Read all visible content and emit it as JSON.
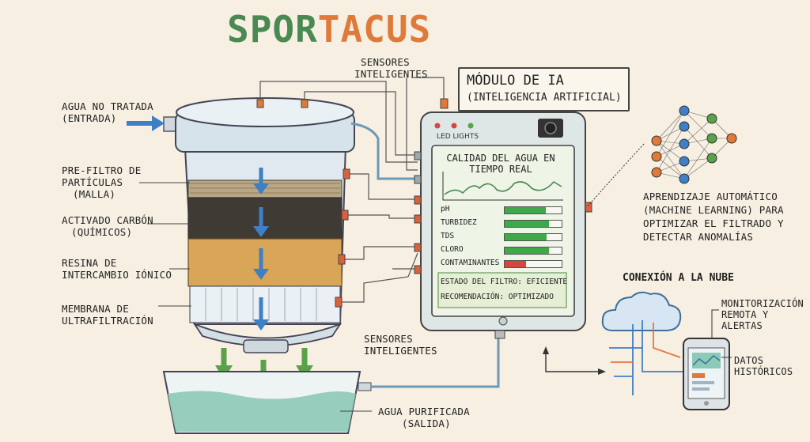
{
  "title": {
    "part1": "SPOR",
    "part2": "TACUS"
  },
  "colors": {
    "water": "#7fb7dd",
    "arrow_blue": "#3f7fc6",
    "arrow_green": "#5aa24a",
    "bar_green": "#3fa84a",
    "bar_red": "#d9443c",
    "screen": "#eef4e6"
  },
  "labels": {
    "input": [
      "AGUA NO TRATADA",
      "(ENTRADA)"
    ],
    "prefilter": [
      "PRE-FILTRO DE",
      "PARTÍCULAS",
      "(MALLA)"
    ],
    "carbon": [
      "ACTIVADO CARBÓN",
      "(QUÍMICOS)"
    ],
    "resin": [
      "RESINA DE",
      "INTERCAMBIO IÓNICO"
    ],
    "membrane": [
      "MEMBRANA DE",
      "ULTRAFILTRACIÓN"
    ],
    "sensors_top": [
      "SENSORES",
      "INTELIGENTES"
    ],
    "sensors_bottom": [
      "SENSORES",
      "INTELIGENTES"
    ],
    "output": [
      "AGUA PURIFICADA",
      "(SALIDA)"
    ]
  },
  "ai_module": {
    "title": "MÓDULO DE IA",
    "subtitle": "(INTELIGENCIA ARTIFICIAL)"
  },
  "device": {
    "led_label": "LED LIGHTS",
    "screen_title": [
      "CALIDAD DEL AGUA EN",
      "TIEMPO REAL"
    ],
    "metrics": [
      {
        "label": "pH",
        "level": 0.72,
        "status": "good"
      },
      {
        "label": "TURBIDEZ",
        "level": 0.78,
        "status": "good"
      },
      {
        "label": "TDS",
        "level": 0.74,
        "status": "good"
      },
      {
        "label": "CLORO",
        "level": 0.78,
        "status": "good"
      },
      {
        "label": "CONTAMINANTES",
        "level": 0.38,
        "status": "bad"
      }
    ],
    "filter_state": "ESTADO DEL FILTRO: EFICIENTE",
    "recommendation": "RECOMENDACIÓN: OPTIMIZADO"
  },
  "ml": {
    "lines": [
      "APRENDIZAJE AUTOMÁTICO",
      "(MACHINE LEARNING) PARA",
      "OPTIMIZAR EL FILTRADO Y",
      "DETECTAR ANOMALÍAS"
    ]
  },
  "cloud": {
    "title": "CONEXIÓN A LA NUBE"
  },
  "phone": {
    "monitoring": [
      "MONITORIZACIÓN",
      "REMOTA Y",
      "ALERTAS"
    ],
    "history": [
      "DATOS",
      "HISTÓRICOS"
    ]
  }
}
